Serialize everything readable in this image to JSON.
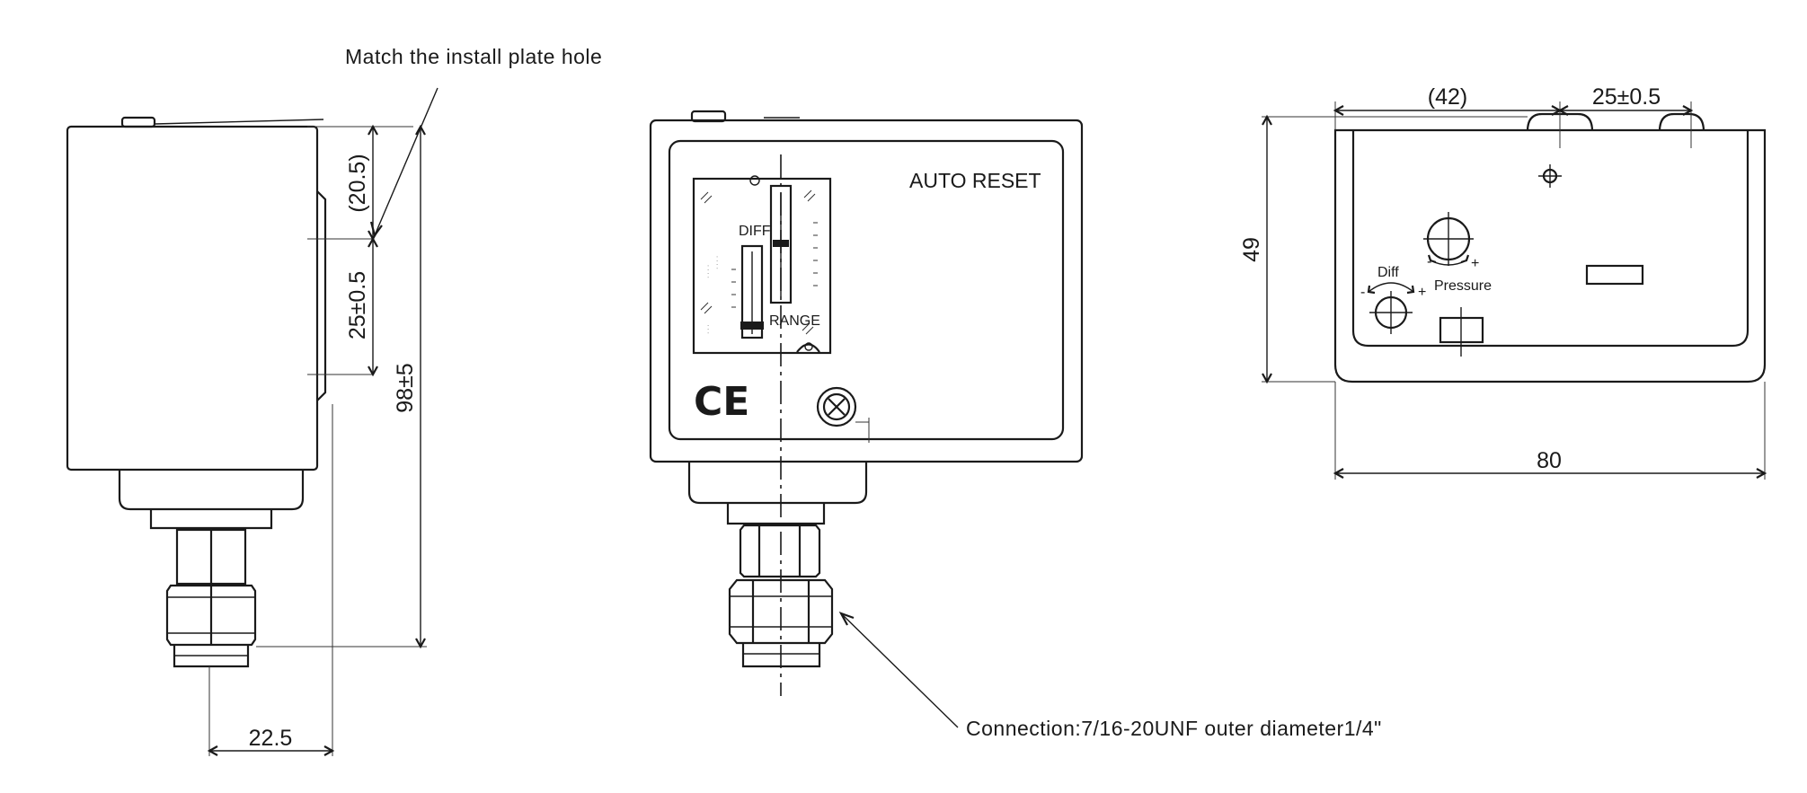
{
  "annotations": {
    "match_plate_hole": "Match the install plate hole",
    "connection": "Connection:7/16-20UNF outer diameter1/4\""
  },
  "side_view": {
    "dim_20_5": "(20.5)",
    "dim_25": "25±0.5",
    "dim_98": "98±5",
    "dim_22_5": "22.5"
  },
  "front_view": {
    "auto_reset": "AUTO  RESET",
    "ce_mark": "CE",
    "diff_label": "DIFF.",
    "range_label": "RANGE"
  },
  "top_view": {
    "dim_42": "(42)",
    "dim_25": "25±0.5",
    "dim_49": "49",
    "dim_80": "80",
    "diff_label": "Diff",
    "pressure_label": "Pressure",
    "plus": "+",
    "minus": "-"
  }
}
